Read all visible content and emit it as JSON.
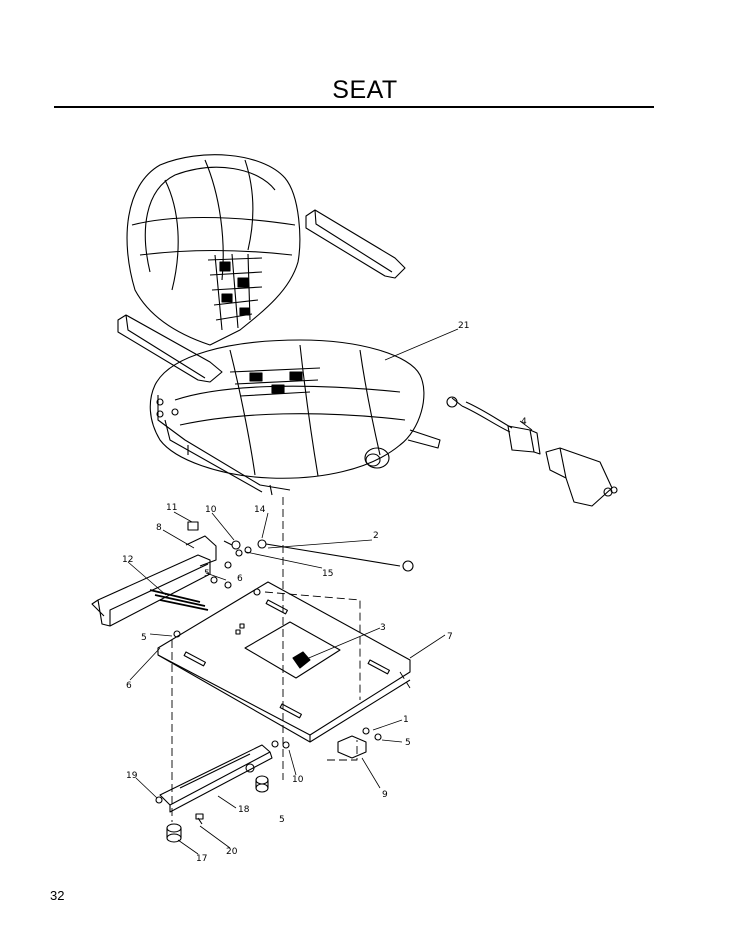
{
  "header": {
    "title": "SEAT"
  },
  "footer": {
    "page_number": "32"
  },
  "callouts": {
    "c1": "1",
    "c2": "2",
    "c3": "3",
    "c4": "4",
    "c5a": "5",
    "c5b": "5",
    "c5c": "5",
    "c5d": "5",
    "c6a": "6",
    "c6b": "6",
    "c7": "7",
    "c8": "8",
    "c9": "9",
    "c10a": "10",
    "c10b": "10",
    "c11": "11",
    "c12": "12",
    "c14": "14",
    "c15": "15",
    "c17": "17",
    "c18": "18",
    "c19": "19",
    "c20": "20",
    "c21": "21"
  }
}
